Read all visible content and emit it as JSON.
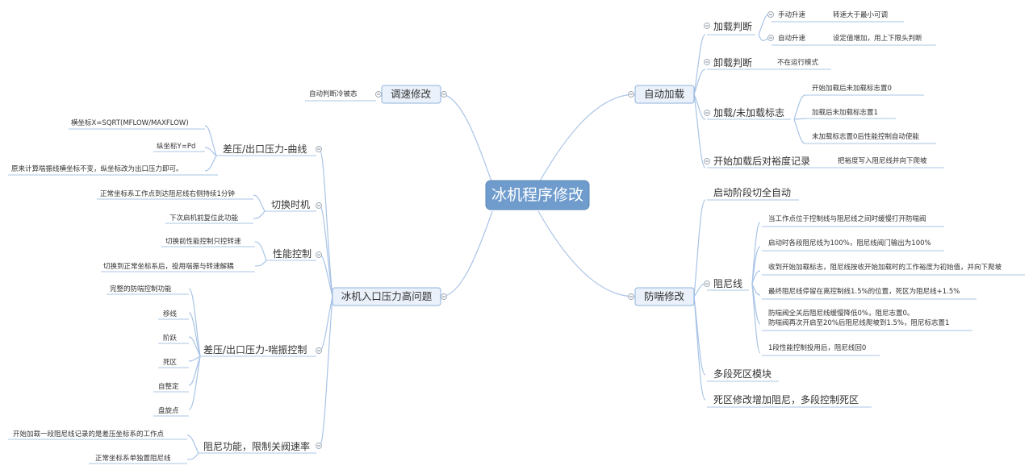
{
  "root": "冰机程序修改",
  "branches": {
    "auto_load": {
      "label": "自动加载",
      "children": [
        {
          "label": "加载判断",
          "children": [
            {
              "label": "手动升速",
              "note": "转速大于最小可调"
            },
            {
              "label": "自动升速",
              "note": "设定值增加，用上下限头判断"
            }
          ]
        },
        {
          "label": "卸载判断",
          "note": "不在运行模式"
        },
        {
          "label": "加载/未加载标志",
          "children": [
            {
              "label": "开始加载后未加载标志置0"
            },
            {
              "label": "加载后未加载标志置1"
            },
            {
              "label": "未加载标志置0后性能控制自动使能"
            }
          ]
        },
        {
          "label": "开始加载后对裕度记录",
          "note": "把裕度写入阻尼线并向下爬坡"
        }
      ]
    },
    "surge": {
      "label": "防喘修改",
      "children": [
        {
          "label": "启动阶段切全自动"
        },
        {
          "label": "阻尼线",
          "children": [
            {
              "label": "当工作点位于控制线与阻尼线之间时缓慢打开防喘阀"
            },
            {
              "label": "启动时各段阻尼线为100%，阻尼线阀门输出为100%"
            },
            {
              "label": "收到开始加载标志，阻尼线按收开始加载时的工作裕度为初始值，并向下爬坡"
            },
            {
              "label": "最终阻尼线停留在离控制线1.5%的位置，死区为阻尼线+1.5%"
            },
            {
              "label": "防喘阀全关后阻尼线缓慢降低0%，阻尼志置0。",
              "label2": "防喘阀再次开启至20%后阻尼线爬坡到1.5%，阻尼标志置1"
            },
            {
              "label": "1段性能控制投用后，阻尼线回0"
            }
          ]
        },
        {
          "label": "多段死区模块"
        },
        {
          "label": "死区修改增加阻尼，多段控制死区"
        }
      ]
    },
    "speed": {
      "label": "调速修改",
      "children": [
        {
          "label": "自动判断冷被态"
        }
      ]
    },
    "inlet": {
      "label": "冰机入口压力高问题",
      "children": [
        {
          "label": "差压/出口压力-曲线",
          "children": [
            {
              "label": "横坐标X=SQRT(MFLOW/MAXFLOW)"
            },
            {
              "label": "纵坐标Y=Pd"
            },
            {
              "label": "原来计算喘振线横坐标不变，纵坐标改为出口压力即可。"
            }
          ]
        },
        {
          "label": "切换时机",
          "children": [
            {
              "label": "正常坐标系工作点到达阻尼线右侧持续1分钟"
            },
            {
              "label": "下次启机前复位此功能"
            }
          ]
        },
        {
          "label": "性能控制",
          "children": [
            {
              "label": "切换前性能控制只控转速"
            },
            {
              "label": "切换到正常坐标系后，投用喘振与转速解耦"
            }
          ]
        },
        {
          "label": "差压/出口压力-喘振控制",
          "children": [
            {
              "label": "完整的防喘控制功能"
            },
            {
              "label": "移线"
            },
            {
              "label": "阶跃"
            },
            {
              "label": "死区"
            },
            {
              "label": "自整定"
            },
            {
              "label": "盘旋点"
            }
          ]
        },
        {
          "label": "阻尼功能，限制关阀速率",
          "children": [
            {
              "label": "开始加载一段阻尼线记录的是差压坐标系的工作点"
            },
            {
              "label": "正常坐标系单独置阻尼线"
            }
          ]
        }
      ]
    }
  },
  "colors": {
    "root_fill": "#6f9ccd",
    "main_fill": "#eaf1fa",
    "main_border": "#8fb3de",
    "connector": "#a9c4e6",
    "toggle": "#9aa6b3"
  }
}
